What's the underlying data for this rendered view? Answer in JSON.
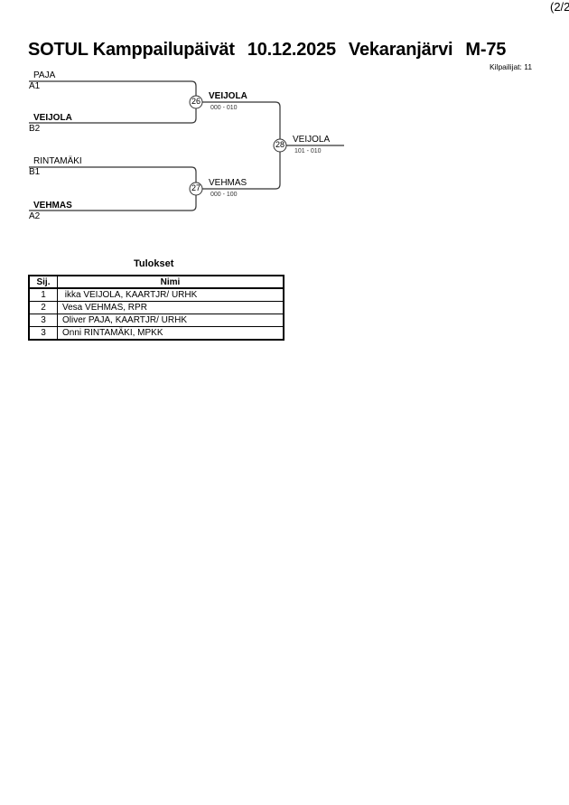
{
  "page_indicator": "(2/2",
  "header": {
    "title_parts": [
      "SOTUL Kamppailupäivät",
      "10.12.2025",
      "Vekaranjärvi",
      "M-75"
    ],
    "competitors": "Kilpailijat: 11"
  },
  "bracket": {
    "round1": [
      {
        "match_no": "26",
        "top": {
          "name": "PAJA",
          "seed": "A1",
          "bold": false
        },
        "bottom": {
          "name": "VEIJOLA",
          "seed": "B2",
          "bold": true
        },
        "winner": "VEIJOLA",
        "winner_bold": true,
        "score": "000 - 010"
      },
      {
        "match_no": "27",
        "top": {
          "name": "RINTAMÄKI",
          "seed": "B1",
          "bold": false
        },
        "bottom": {
          "name": "VEHMAS",
          "seed": "A2",
          "bold": true
        },
        "winner": "VEHMAS",
        "winner_bold": false,
        "score": "000 - 100"
      }
    ],
    "final": {
      "match_no": "28",
      "winner": "VEIJOLA",
      "score": "101 - 010"
    }
  },
  "results": {
    "title": "Tulokset",
    "columns": [
      "Sij.",
      "Nimi"
    ],
    "rows": [
      {
        "rank": "1",
        "name": " ikka VEIJOLA, KAARTJR/ URHK"
      },
      {
        "rank": "2",
        "name": "Vesa VEHMAS, RPR"
      },
      {
        "rank": "3",
        "name": "Oliver PAJA, KAARTJR/ URHK"
      },
      {
        "rank": "3",
        "name": "Onni RINTAMÄKI, MPKK"
      }
    ]
  }
}
